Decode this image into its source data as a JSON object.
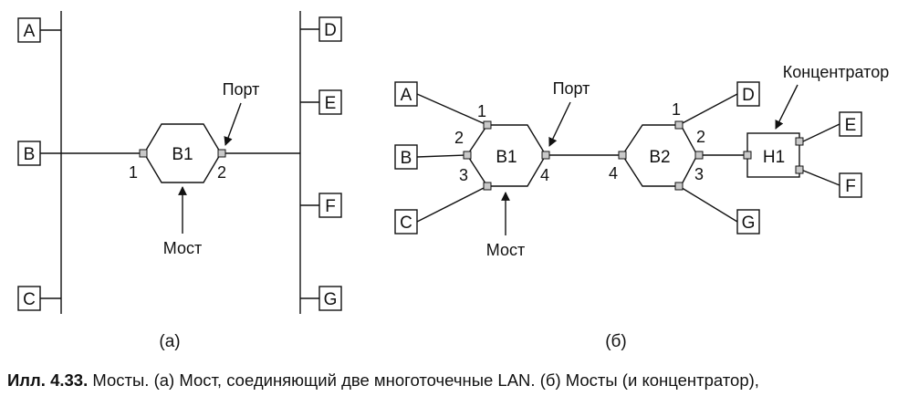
{
  "diagram_a": {
    "label": "(a)",
    "stations_left": [
      "A",
      "B",
      "C"
    ],
    "stations_right": [
      "D",
      "E",
      "F",
      "G"
    ],
    "bridge": "B1",
    "port_numbers": [
      "1",
      "2"
    ],
    "port_note": "Порт",
    "bridge_note": "Мост"
  },
  "diagram_b": {
    "label": "(б)",
    "stations_left": [
      "A",
      "B",
      "C"
    ],
    "bridge1": "B1",
    "bridge1_ports": [
      "1",
      "2",
      "3",
      "4"
    ],
    "bridge2": "B2",
    "bridge2_ports": [
      "1",
      "2",
      "3",
      "4"
    ],
    "hub": "H1",
    "stations_right": [
      "D",
      "E",
      "F",
      "G"
    ],
    "port_note": "Порт",
    "bridge_note": "Мост",
    "hub_note": "Концентратор"
  },
  "caption": {
    "label": "Илл. 4.33.",
    "text": " Мосты. (а) Мост, соединяющий две многоточечные LAN. (б) Мосты (и концентратор),"
  }
}
